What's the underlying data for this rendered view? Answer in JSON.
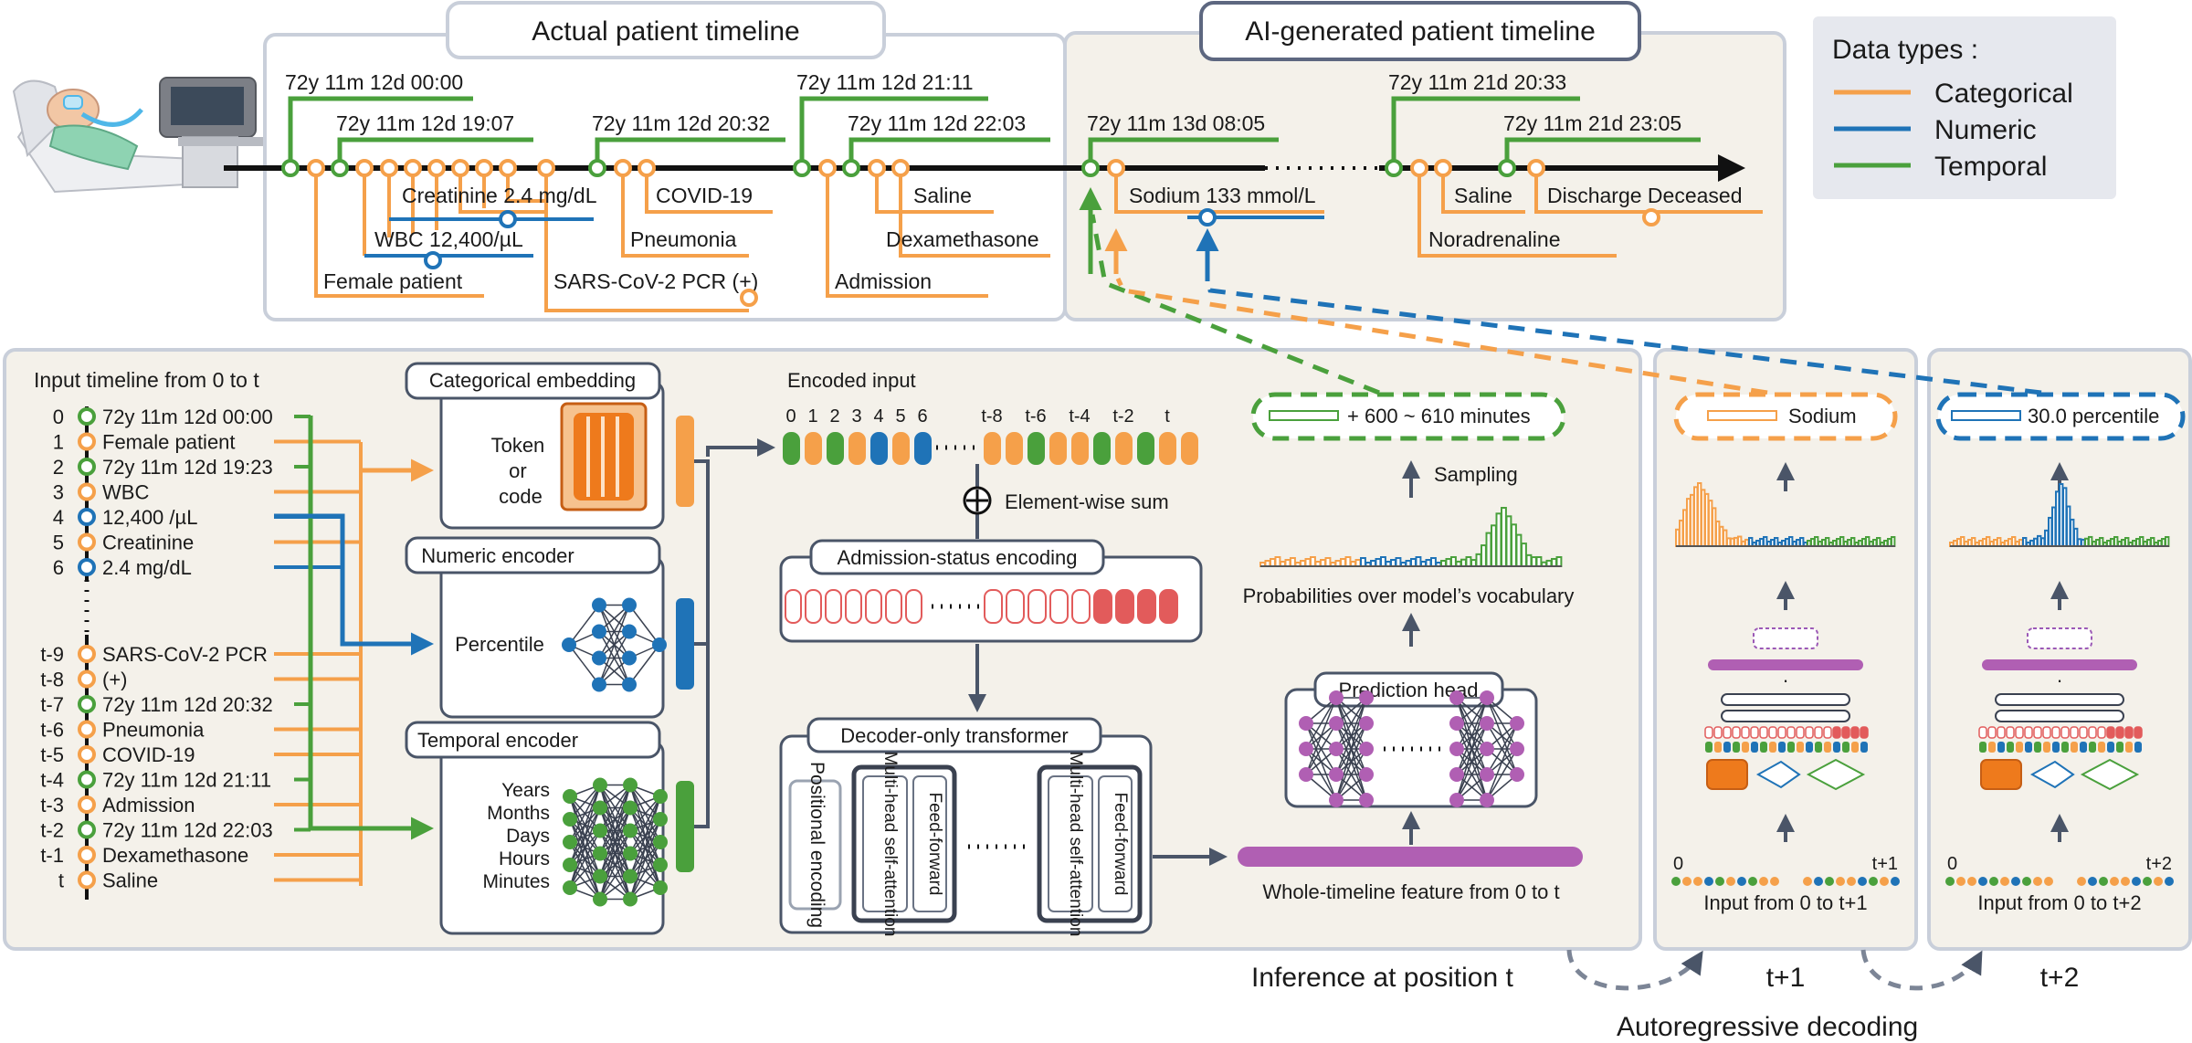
{
  "colors": {
    "categorical": "#F5A04A",
    "numeric": "#1F73B7",
    "temporal": "#4AA03C",
    "panel_bg": "#F4F1EA",
    "panel_border": "#C9CFDA",
    "admission_red": "#E25B5B",
    "pred_purple": "#B05FB3",
    "arrow_gray": "#4A5568",
    "legend_bg": "#E6E8EE"
  },
  "legend": {
    "title": "Data types :",
    "items": [
      {
        "label": "Categorical",
        "color": "#F5A04A"
      },
      {
        "label": "Numeric",
        "color": "#1F73B7"
      },
      {
        "label": "Temporal",
        "color": "#4AA03C"
      }
    ]
  },
  "actual_timeline": {
    "title": "Actual patient timeline",
    "times": [
      "72y 11m 12d 00:00",
      "72y 11m 12d 19:07",
      "72y 11m 12d 20:32",
      "72y 11m 12d 21:11",
      "72y 11m 12d 22:03"
    ],
    "events": [
      "Creatinine 2.4 mg/dL",
      "COVID-19",
      "Saline",
      "WBC 12,400/µL",
      "Pneumonia",
      "Dexamethasone",
      "Female patient",
      "SARS-CoV-2 PCR (+)",
      "Admission"
    ]
  },
  "ai_timeline": {
    "title": "AI-generated patient timeline",
    "times": [
      "72y 11m 13d 08:05",
      "72y 11m 21d 20:33",
      "72y 11m 21d 23:05"
    ],
    "events": [
      "Sodium 133 mmol/L",
      "Saline",
      "Discharge Deceased",
      "Noradrenaline"
    ]
  },
  "input_timeline": {
    "title": "Input timeline from 0 to t",
    "rows_top": [
      {
        "idx": "0",
        "label": "72y 11m 12d 00:00",
        "type": "temporal"
      },
      {
        "idx": "1",
        "label": "Female patient",
        "type": "categorical"
      },
      {
        "idx": "2",
        "label": "72y 11m 12d 19:23",
        "type": "temporal"
      },
      {
        "idx": "3",
        "label": "WBC",
        "type": "categorical"
      },
      {
        "idx": "4",
        "label": "12,400 /µL",
        "type": "numeric"
      },
      {
        "idx": "5",
        "label": "Creatinine",
        "type": "categorical"
      },
      {
        "idx": "6",
        "label": "2.4 mg/dL",
        "type": "numeric"
      }
    ],
    "rows_bottom": [
      {
        "idx": "t-9",
        "label": "SARS-CoV-2 PCR",
        "type": "categorical"
      },
      {
        "idx": "t-8",
        "label": "(+)",
        "type": "categorical"
      },
      {
        "idx": "t-7",
        "label": "72y 11m 12d 20:32",
        "type": "temporal"
      },
      {
        "idx": "t-6",
        "label": "Pneumonia",
        "type": "categorical"
      },
      {
        "idx": "t-5",
        "label": "COVID-19",
        "type": "categorical"
      },
      {
        "idx": "t-4",
        "label": "72y 11m 12d 21:11",
        "type": "temporal"
      },
      {
        "idx": "t-3",
        "label": "Admission",
        "type": "categorical"
      },
      {
        "idx": "t-2",
        "label": "72y 11m 12d 22:03",
        "type": "temporal"
      },
      {
        "idx": "t-1",
        "label": "Dexamethasone",
        "type": "categorical"
      },
      {
        "idx": "t",
        "label": "Saline",
        "type": "categorical"
      }
    ]
  },
  "encoders": {
    "categorical_title": "Categorical embedding",
    "token_label": "Token or code",
    "numeric_title": "Numeric encoder",
    "percentile_label": "Percentile",
    "temporal_title": "Temporal encoder",
    "temporal_units": [
      "Years",
      "Months",
      "Days",
      "Hours",
      "Minutes"
    ]
  },
  "encoded_input": {
    "title": "Encoded input",
    "left_labels": [
      "0",
      "1",
      "2",
      "3",
      "4",
      "5",
      "6"
    ],
    "right_labels": [
      "t-8",
      "t-6",
      "t-4",
      "t-2",
      "t"
    ],
    "left_types": [
      "temporal",
      "categorical",
      "temporal",
      "categorical",
      "numeric",
      "categorical",
      "numeric"
    ],
    "right_types": [
      "categorical",
      "categorical",
      "temporal",
      "categorical",
      "categorical",
      "temporal",
      "categorical",
      "temporal",
      "categorical",
      "categorical"
    ]
  },
  "element_wise_sum": "Element-wise sum",
  "admission_encoding": {
    "title": "Admission-status encoding",
    "left_count": 7,
    "right_count": 9,
    "filled_from_right": 4
  },
  "transformer": {
    "title": "Decoder-only transformer",
    "positional": "Positional encoding",
    "attention": "Multi-head self-attention",
    "feed_forward": "Feed-forward"
  },
  "whole_timeline_feature": "Whole-timeline feature from 0 to t",
  "prediction_head": "Prediction head",
  "probabilities_label": "Probabilities over model’s vocabulary",
  "sampling_label": "Sampling",
  "sampled_value": "+ 600 ~ 610 minutes",
  "step_t1": {
    "token": "Sodium",
    "range_start": "0",
    "range_end": "t+1",
    "input_label": "Input from 0 to t+1",
    "footer": "t+1"
  },
  "step_t2": {
    "token": "30.0 percentile",
    "range_start": "0",
    "range_end": "t+2",
    "input_label": "Input from 0 to t+2",
    "footer": "t+2"
  },
  "inference_label": "Inference at position t",
  "autoregressive_label": "Autoregressive decoding"
}
